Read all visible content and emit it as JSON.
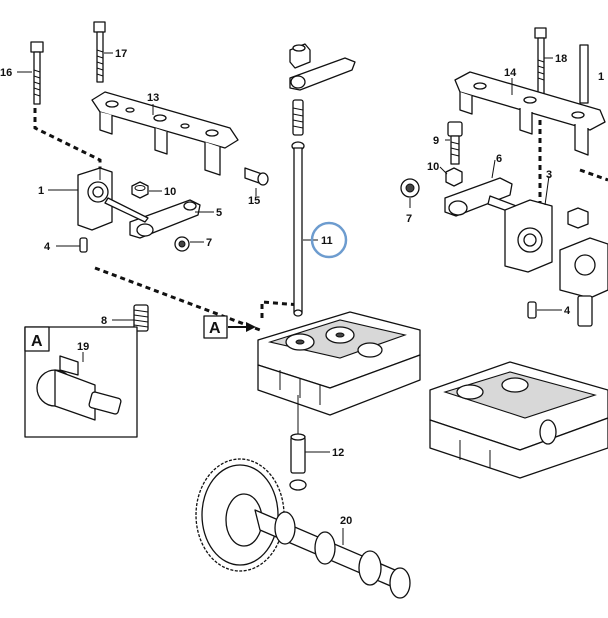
{
  "callouts": {
    "c1": "1",
    "c3": "3",
    "c4a": "4",
    "c4b": "4",
    "c5": "5",
    "c6": "6",
    "c7a": "7",
    "c7b": "7",
    "c8": "8",
    "c9": "9",
    "c10a": "10",
    "c10b": "10",
    "c11": "11",
    "c12": "12",
    "c13": "13",
    "c14": "14",
    "c15": "15",
    "c16": "16",
    "c17": "17",
    "c18": "18",
    "c19": "19",
    "c20": "20",
    "c1r": "1"
  },
  "view_marker": "A",
  "detail_marker": "A",
  "highlight_color": "#6d9ccf"
}
